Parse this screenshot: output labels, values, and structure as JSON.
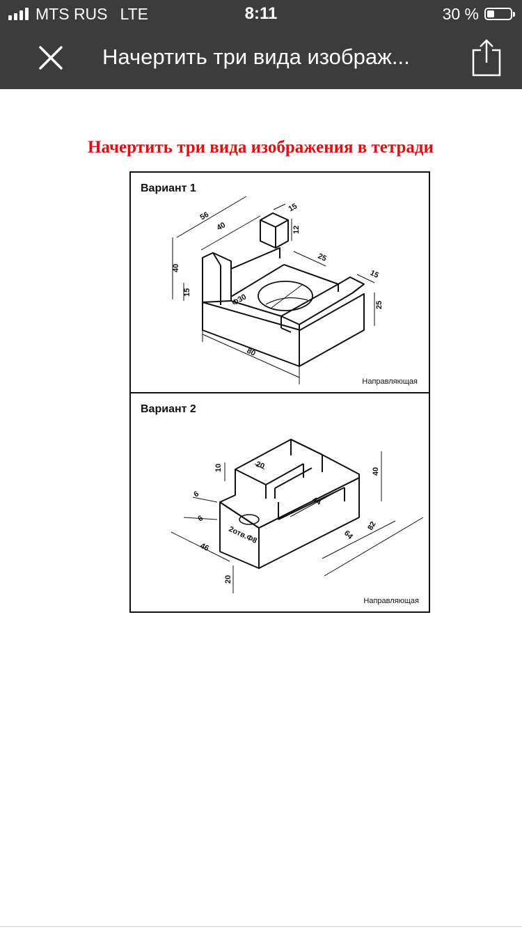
{
  "status_bar": {
    "carrier": "MTS RUS",
    "network": "LTE",
    "time": "8:11",
    "battery": "30 %",
    "battery_level": 0.3
  },
  "nav": {
    "title": "Начертить три вида изображ..."
  },
  "document": {
    "heading": "Начертить три вида изображения в тетради",
    "variant1": {
      "title": "Вариант 1",
      "caption": "Направляющая",
      "dims": {
        "d56": "56",
        "d40top": "40",
        "d15a": "15",
        "d12": "12",
        "d25a": "25",
        "d15b": "15",
        "d40left": "40",
        "d15left": "15",
        "d30": "Ф30",
        "d25b": "25",
        "d80": "80"
      }
    },
    "variant2": {
      "title": "Вариант 2",
      "caption": "Направляющая",
      "dims": {
        "d10": "10",
        "d20": "20",
        "d40": "40",
        "d6a": "6",
        "d6b": "6",
        "d44": "44",
        "holes": "2отв.Ф8",
        "d46": "46",
        "d64": "64",
        "d82": "82",
        "d20b": "20"
      }
    }
  },
  "icons": {
    "close": "close-icon",
    "share": "share-icon"
  }
}
